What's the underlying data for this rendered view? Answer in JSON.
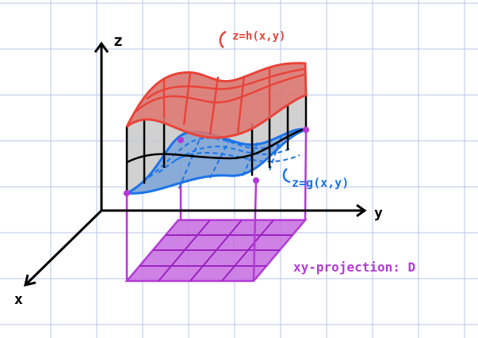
{
  "colors": {
    "grid": "#b9c6e6",
    "upper_surface": "#e8443a",
    "upper_fill": "#d9766f",
    "lower_surface": "#1c74e8",
    "lower_fill": "#7fa6d8",
    "wall_fill": "#c9c9c9",
    "axes": "#000000",
    "projection": "#b33ad6",
    "projection_fill": "#c76ce0"
  },
  "labels": {
    "z_axis": "z",
    "y_axis": "y",
    "x_axis": "x",
    "upper_surface": "z=h(x,y)",
    "lower_surface": "z=g(x,y)",
    "projection": "xy-projection: D"
  }
}
